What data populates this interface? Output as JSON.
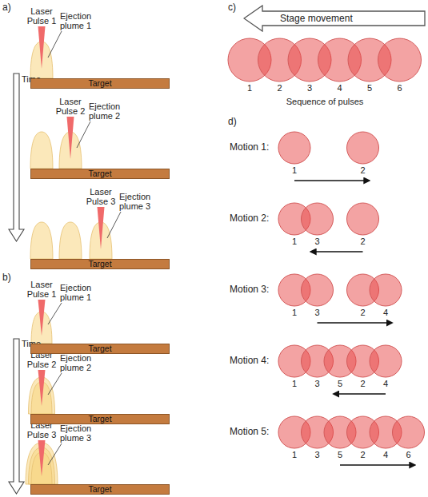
{
  "diagram": {
    "nodes": [
      {
        "text": [
          "Target"
        ]
      },
      {
        "text": [
          "Target"
        ]
      },
      {
        "text": [
          "Target"
        ]
      },
      {
        "text": [
          "Target"
        ]
      },
      {
        "text": [
          "Target"
        ]
      },
      {
        "text": [
          "Target"
        ]
      },
      {
        "text": [
          "Stage movement"
        ]
      }
    ],
    "labels": [
      "a)",
      "Laser Pulse 1",
      "Ejection plume 1",
      "Time",
      "Laser Pulse 2",
      "Ejection plume 2",
      "Laser Pulse 3",
      "Ejection plume 3",
      "b)",
      "Laser Pulse 1",
      "Ejection plume 1",
      "Time",
      "Laser Pulse 2",
      "Ejection plume 2",
      "Laser Pulse 3",
      "Ejection plume 3",
      "c)",
      "1",
      "2",
      "3",
      "4",
      "5",
      "6",
      "Sequence of pulses",
      "d)",
      "Motion 1:",
      "1",
      "2",
      "Motion 2:",
      "1",
      "3",
      "2",
      "Motion 3:",
      "1",
      "3",
      "2",
      "4",
      "Motion 4:",
      "1",
      "3",
      "5",
      "2",
      "4",
      "Motion 5:",
      "1",
      "3",
      "5",
      "2",
      "4",
      "6"
    ]
  }
}
